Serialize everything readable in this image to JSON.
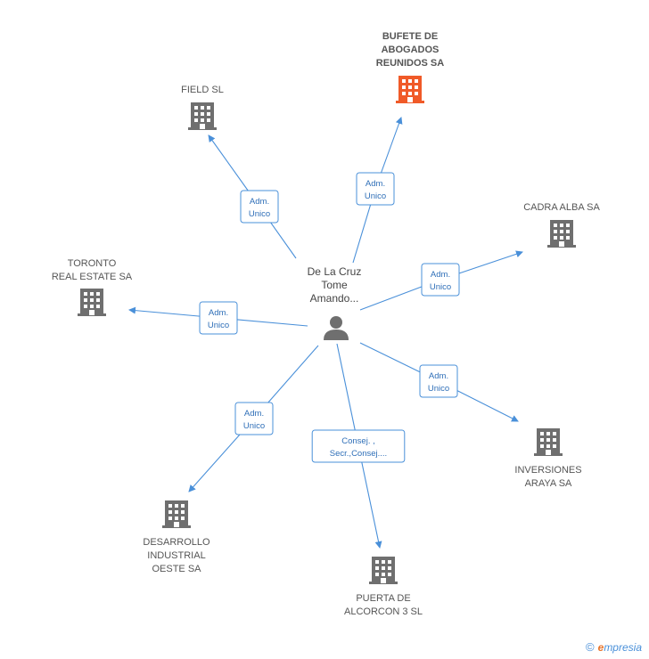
{
  "person": {
    "name_lines": [
      "De La Cruz",
      "Tome",
      "Amando..."
    ],
    "icon": "person-icon"
  },
  "companies": [
    {
      "id": "bufete",
      "name_lines": [
        "BUFETE DE",
        "ABOGADOS",
        "REUNIDOS SA"
      ],
      "highlight": true,
      "icon": "building-icon",
      "role_lines": [
        "Adm.",
        "Unico"
      ]
    },
    {
      "id": "field",
      "name_lines": [
        "FIELD SL"
      ],
      "highlight": false,
      "icon": "building-icon",
      "role_lines": [
        "Adm.",
        "Unico"
      ]
    },
    {
      "id": "cadra",
      "name_lines": [
        "CADRA ALBA SA"
      ],
      "highlight": false,
      "icon": "building-icon",
      "role_lines": [
        "Adm.",
        "Unico"
      ]
    },
    {
      "id": "toronto",
      "name_lines": [
        "TORONTO",
        "REAL ESTATE SA"
      ],
      "highlight": false,
      "icon": "building-icon",
      "role_lines": [
        "Adm.",
        "Unico"
      ]
    },
    {
      "id": "inversiones",
      "name_lines": [
        "INVERSIONES",
        "ARAYA SA"
      ],
      "highlight": false,
      "icon": "building-icon",
      "role_lines": [
        "Adm.",
        "Unico"
      ]
    },
    {
      "id": "desarrollo",
      "name_lines": [
        "DESARROLLO",
        "INDUSTRIAL",
        "OESTE SA"
      ],
      "highlight": false,
      "icon": "building-icon",
      "role_lines": [
        "Adm.",
        "Unico"
      ]
    },
    {
      "id": "puerta",
      "name_lines": [
        "PUERTA DE",
        "ALCORCON 3 SL"
      ],
      "highlight": false,
      "icon": "building-icon",
      "role_lines": [
        "Consej. ,",
        "Secr.,Consej...."
      ]
    }
  ],
  "colors": {
    "edge": "#4a90d9",
    "building": "#6f6f6f",
    "highlight_building": "#f05a28",
    "person": "#6f6f6f"
  },
  "footer": {
    "copyright": "©",
    "brand_initial": "e",
    "brand_rest": "mpresia"
  }
}
